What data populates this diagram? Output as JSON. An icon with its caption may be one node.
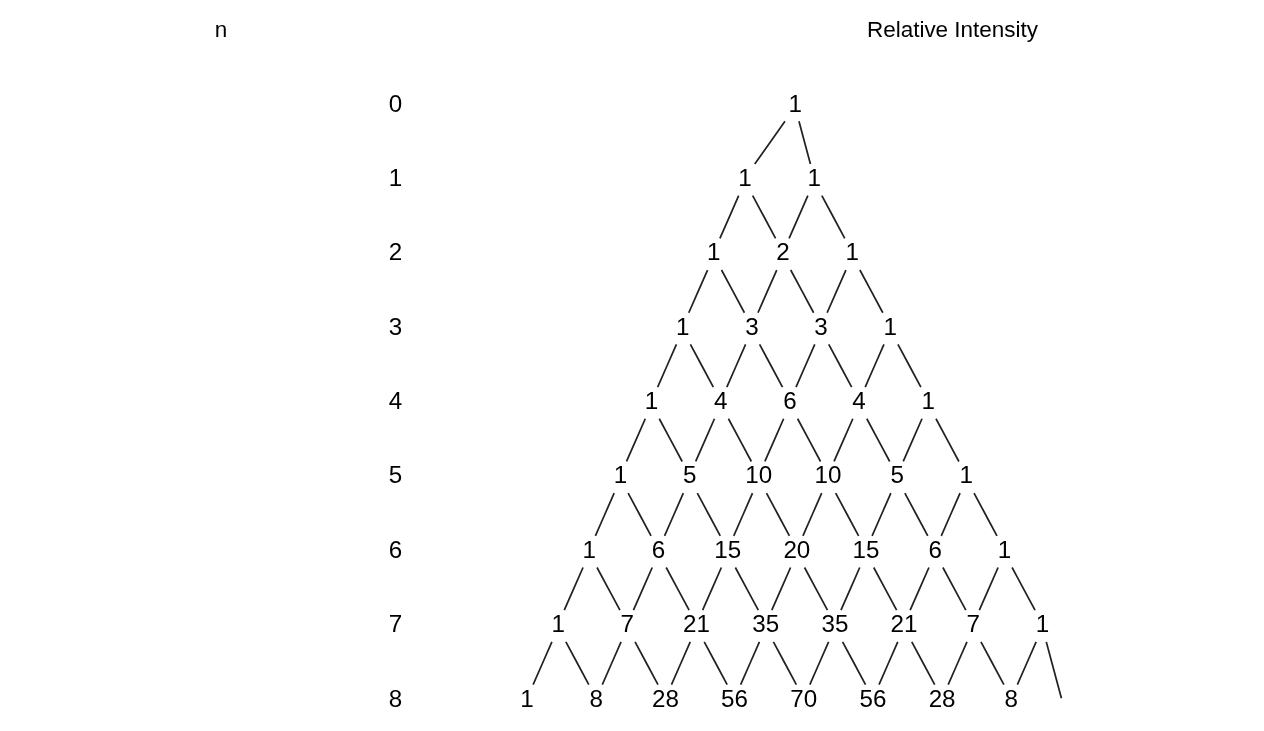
{
  "diagram": {
    "nodes": [
      {
        "text": [
          "1"
        ]
      },
      {
        "text": [
          "1"
        ]
      },
      {
        "text": [
          "1"
        ]
      },
      {
        "text": [
          "1"
        ]
      },
      {
        "text": [
          "2"
        ]
      },
      {
        "text": [
          "1"
        ]
      },
      {
        "text": [
          "1"
        ]
      },
      {
        "text": [
          "3"
        ]
      },
      {
        "text": [
          "3"
        ]
      },
      {
        "text": [
          "1"
        ]
      },
      {
        "text": [
          "1"
        ]
      },
      {
        "text": [
          "4"
        ]
      },
      {
        "text": [
          "6"
        ]
      },
      {
        "text": [
          "4"
        ]
      },
      {
        "text": [
          "1"
        ]
      },
      {
        "text": [
          "1"
        ]
      },
      {
        "text": [
          "5"
        ]
      },
      {
        "text": [
          "10"
        ]
      },
      {
        "text": [
          "10"
        ]
      },
      {
        "text": [
          "5"
        ]
      },
      {
        "text": [
          "1"
        ]
      },
      {
        "text": [
          "1"
        ]
      },
      {
        "text": [
          "6"
        ]
      },
      {
        "text": [
          "15"
        ]
      },
      {
        "text": [
          "20"
        ]
      },
      {
        "text": [
          "15"
        ]
      },
      {
        "text": [
          "6"
        ]
      },
      {
        "text": [
          "1"
        ]
      },
      {
        "text": [
          "1"
        ]
      },
      {
        "text": [
          "7"
        ]
      },
      {
        "text": [
          "21"
        ]
      },
      {
        "text": [
          "35"
        ]
      },
      {
        "text": [
          "35"
        ]
      },
      {
        "text": [
          "21"
        ]
      },
      {
        "text": [
          "7"
        ]
      },
      {
        "text": [
          "1"
        ]
      },
      {
        "text": [
          "1"
        ]
      },
      {
        "text": [
          "8"
        ]
      },
      {
        "text": [
          "28"
        ]
      },
      {
        "text": [
          "56"
        ]
      },
      {
        "text": [
          "70"
        ]
      },
      {
        "text": [
          "56"
        ]
      },
      {
        "text": [
          "28"
        ]
      },
      {
        "text": [
          "8"
        ]
      }
    ],
    "edges": [
      {
        "from": 0,
        "to": 1,
        "arrow": "none"
      },
      {
        "from": 0,
        "to": 2,
        "arrow": "none"
      },
      {
        "from": 1,
        "to": 3,
        "arrow": "none"
      },
      {
        "from": 1,
        "to": 4,
        "arrow": "none"
      },
      {
        "from": 2,
        "to": 4,
        "arrow": "none"
      },
      {
        "from": 2,
        "to": 5,
        "arrow": "none"
      },
      {
        "from": 3,
        "to": 6,
        "arrow": "none"
      },
      {
        "from": 3,
        "to": 7,
        "arrow": "none"
      },
      {
        "from": 4,
        "to": 7,
        "arrow": "none"
      },
      {
        "from": 4,
        "to": 8,
        "arrow": "none"
      },
      {
        "from": 5,
        "to": 8,
        "arrow": "none"
      },
      {
        "from": 5,
        "to": 9,
        "arrow": "none"
      },
      {
        "from": 6,
        "to": 10,
        "arrow": "none"
      },
      {
        "from": 6,
        "to": 11,
        "arrow": "none"
      },
      {
        "from": 7,
        "to": 11,
        "arrow": "none"
      },
      {
        "from": 7,
        "to": 12,
        "arrow": "none"
      },
      {
        "from": 8,
        "to": 12,
        "arrow": "none"
      },
      {
        "from": 8,
        "to": 13,
        "arrow": "none"
      },
      {
        "from": 9,
        "to": 13,
        "arrow": "none"
      },
      {
        "from": 9,
        "to": 14,
        "arrow": "none"
      },
      {
        "from": 10,
        "to": 15,
        "arrow": "none"
      },
      {
        "from": 10,
        "to": 16,
        "arrow": "none"
      },
      {
        "from": 11,
        "to": 16,
        "arrow": "none"
      },
      {
        "from": 11,
        "to": 17,
        "arrow": "none"
      },
      {
        "from": 12,
        "to": 17,
        "arrow": "none"
      },
      {
        "from": 12,
        "to": 18,
        "arrow": "none"
      },
      {
        "from": 13,
        "to": 18,
        "arrow": "none"
      },
      {
        "from": 13,
        "to": 19,
        "arrow": "none"
      },
      {
        "from": 14,
        "to": 19,
        "arrow": "none"
      },
      {
        "from": 14,
        "to": 20,
        "arrow": "none"
      },
      {
        "from": 15,
        "to": 21,
        "arrow": "none"
      },
      {
        "from": 15,
        "to": 22,
        "arrow": "none"
      },
      {
        "from": 16,
        "to": 22,
        "arrow": "none"
      },
      {
        "from": 16,
        "to": 23,
        "arrow": "none"
      },
      {
        "from": 17,
        "to": 23,
        "arrow": "none"
      },
      {
        "from": 17,
        "to": 24,
        "arrow": "none"
      },
      {
        "from": 18,
        "to": 24,
        "arrow": "none"
      },
      {
        "from": 18,
        "to": 25,
        "arrow": "none"
      },
      {
        "from": 19,
        "to": 25,
        "arrow": "none"
      },
      {
        "from": 19,
        "to": 26,
        "arrow": "none"
      },
      {
        "from": 20,
        "to": 26,
        "arrow": "none"
      },
      {
        "from": 20,
        "to": 27,
        "arrow": "none"
      },
      {
        "from": 21,
        "to": 28,
        "arrow": "none"
      },
      {
        "from": 21,
        "to": 29,
        "arrow": "none"
      },
      {
        "from": 22,
        "to": 29,
        "arrow": "none"
      },
      {
        "from": 22,
        "to": 30,
        "arrow": "none"
      },
      {
        "from": 23,
        "to": 30,
        "arrow": "none"
      },
      {
        "from": 23,
        "to": 31,
        "arrow": "none"
      },
      {
        "from": 24,
        "to": 31,
        "arrow": "none"
      },
      {
        "from": 24,
        "to": 32,
        "arrow": "none"
      },
      {
        "from": 25,
        "to": 32,
        "arrow": "none"
      },
      {
        "from": 25,
        "to": 33,
        "arrow": "none"
      },
      {
        "from": 26,
        "to": 33,
        "arrow": "none"
      },
      {
        "from": 26,
        "to": 34,
        "arrow": "none"
      },
      {
        "from": 27,
        "to": 34,
        "arrow": "none"
      },
      {
        "from": 27,
        "to": 35,
        "arrow": "none"
      },
      {
        "from": 28,
        "to": 36,
        "arrow": "none"
      },
      {
        "from": 28,
        "to": 37,
        "arrow": "none"
      },
      {
        "from": 29,
        "to": 37,
        "arrow": "none"
      },
      {
        "from": 29,
        "to": 38,
        "arrow": "none"
      },
      {
        "from": 30,
        "to": 38,
        "arrow": "none"
      },
      {
        "from": 30,
        "to": 39,
        "arrow": "none"
      },
      {
        "from": 31,
        "to": 39,
        "arrow": "none"
      },
      {
        "from": 31,
        "to": 40,
        "arrow": "none"
      },
      {
        "from": 32,
        "to": 40,
        "arrow": "none"
      },
      {
        "from": 32,
        "to": 41,
        "arrow": "none"
      },
      {
        "from": 33,
        "to": 41,
        "arrow": "none"
      },
      {
        "from": 33,
        "to": 42,
        "arrow": "none"
      },
      {
        "from": 34,
        "to": 42,
        "arrow": "none"
      },
      {
        "from": 34,
        "to": 43,
        "arrow": "none"
      },
      {
        "from": 35,
        "to": 43,
        "arrow": "none"
      },
      {
        "from": 35,
        "to": null,
        "arrow": "none"
      }
    ],
    "labels": [
      "n",
      "Relative Intensity",
      "0",
      "1",
      "2",
      "3",
      "4",
      "5",
      "6",
      "7",
      "8"
    ]
  }
}
